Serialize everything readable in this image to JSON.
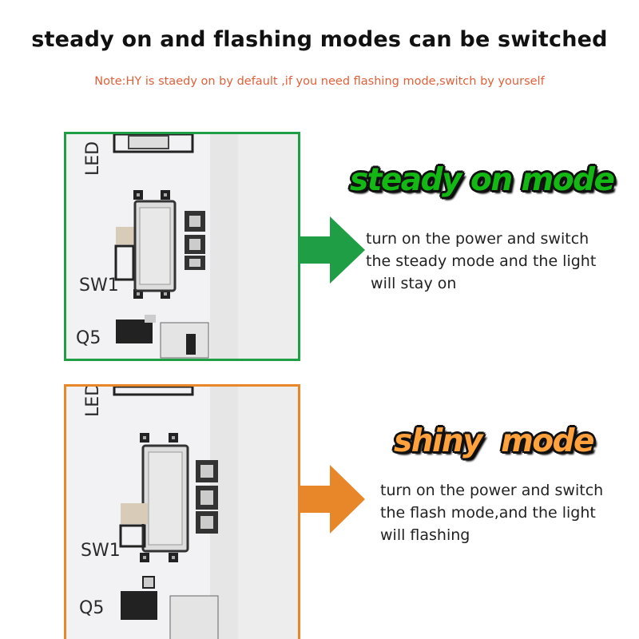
{
  "header": {
    "title": "steady on and flashing modes can be switched",
    "note": "Note:HY is staedy on by default ,if you need flashing mode,switch by yourself"
  },
  "steady": {
    "mode_title": "steady on mode",
    "description_lines": [
      "turn on the power and switch",
      "the steady mode and the light",
      " will stay on"
    ],
    "accent_color": "#1f9e46",
    "board_labels": {
      "switch": "SW1",
      "transistor": "Q5",
      "led": "LED"
    }
  },
  "shiny": {
    "mode_title": "shiny  mode",
    "description_lines": [
      "turn on the power and switch",
      "the flash mode,and the light",
      "will flashing"
    ],
    "accent_color": "#e8872a",
    "board_labels": {
      "switch": "SW1",
      "transistor": "Q5",
      "led": "LED"
    }
  },
  "icons": {
    "arrow": "right-arrow-icon",
    "photo": "pcb-switch-photo"
  }
}
